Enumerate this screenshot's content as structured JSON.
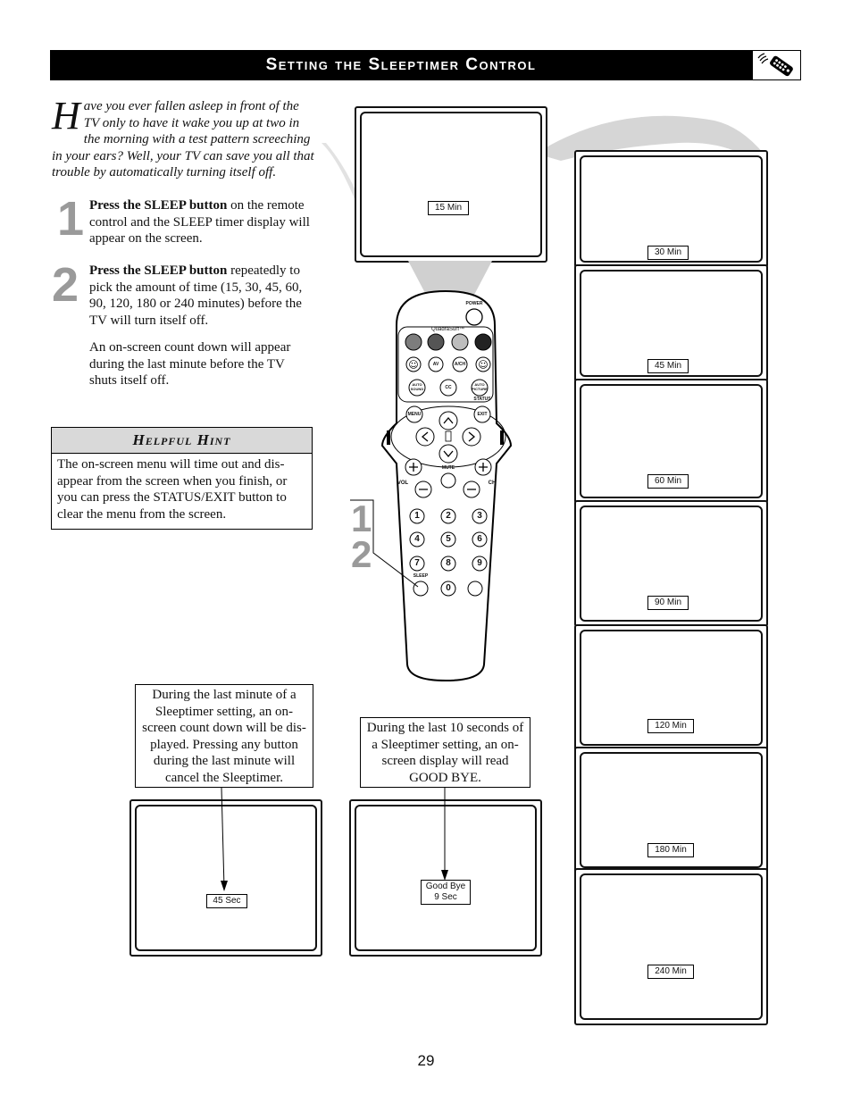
{
  "title": "Setting the Sleeptimer Control",
  "intro": {
    "dropcap": "H",
    "text": "ave you ever fallen asleep in front of the TV only to have it wake you up at two in the morning with a test pattern screeching in your ears? Well, your TV can save you all that trouble by automatically turning itself off."
  },
  "steps": [
    {
      "number": "1",
      "bold": "Press the SLEEP button",
      "text": " on the remote control and the SLEEP timer display will appear on the screen."
    },
    {
      "number": "2",
      "bold": "Press the SLEEP button",
      "text": " repeatedly to pick the amount of time (15, 30, 45, 60, 90, 120, 180 or 240 minutes) before the TV will turn itself off."
    }
  ],
  "step2_extra": "An on-screen count down will appear during the last minute before the TV shuts itself off.",
  "hint": {
    "heading": "Helpful Hint",
    "body": "The on-screen menu will time out and dis-appear from the screen when you finish, or you can press the STATUS/EXIT button to clear the menu from the screen."
  },
  "tv_main_osd": "15 Min",
  "tv_stack": [
    "30 Min",
    "45 Min",
    "60 Min",
    "90 Min",
    "120 Min",
    "180 Min",
    "240 Min"
  ],
  "callout_left": "During the last minute of a Sleeptimer setting, an on-screen count down will be dis-played. Pressing any button during the last minute will cancel the Sleeptimer.",
  "callout_right": "During the last 10 seconds of a Sleeptimer setting, an on-screen display will read GOOD BYE.",
  "tv_bottom_left_osd": "45 Sec",
  "tv_bottom_right_osd_line1": "Good Bye",
  "tv_bottom_right_osd_line2": "9 Sec",
  "remote": {
    "power": "POWER",
    "brand": "QuadraSurf™",
    "av": "AV",
    "ach": "A/CH",
    "auto_sound_1": "AUTO",
    "auto_sound_2": "SOUND",
    "cc": "CC",
    "auto_picture_1": "AUTO",
    "auto_picture_2": "PICTURE",
    "status": "STATUS",
    "menu": "MENU",
    "exit": "EXIT",
    "mute": "MUTE",
    "vol": "VOL",
    "ch": "CH",
    "sleep": "SLEEP",
    "keys": [
      "1",
      "2",
      "3",
      "4",
      "5",
      "6",
      "7",
      "8",
      "9",
      "0"
    ]
  },
  "remote_step_labels": [
    "1",
    "2"
  ],
  "page_number": "29",
  "colors": {
    "title_bg": "#000000",
    "hint_bg": "#d9d9d9",
    "step_number": "#9a9a9a"
  }
}
